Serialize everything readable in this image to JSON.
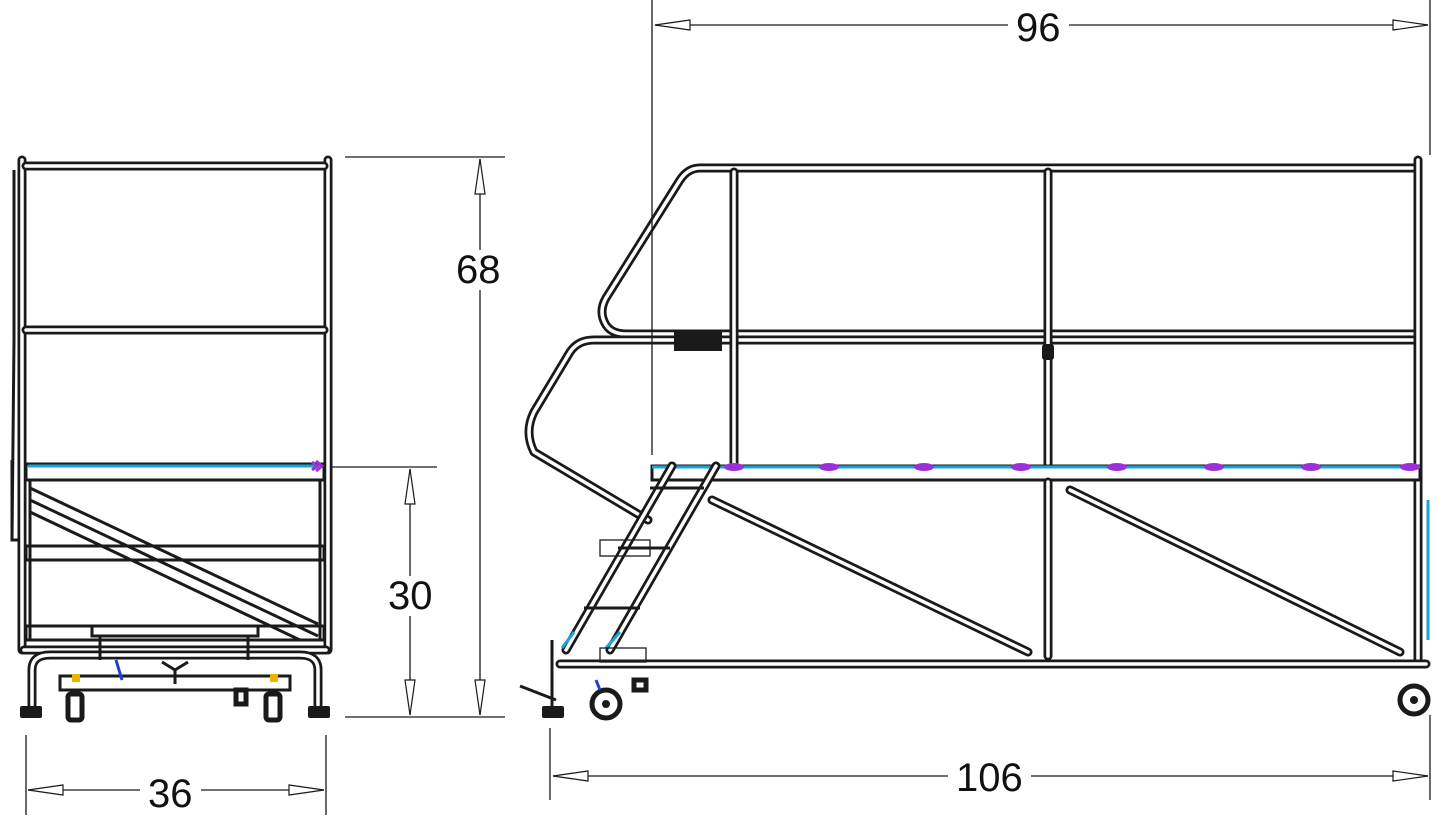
{
  "dimensions": {
    "front_width": "36",
    "total_height": "68",
    "platform_height": "30",
    "platform_length": "96",
    "overall_length": "106"
  },
  "colors": {
    "line": "#1a1a1a",
    "platform_edge": "#1aa3d6",
    "deck_clips": "#9b30d9",
    "caster_lock": "#e8b400",
    "brace_accent": "#1f3fd1"
  }
}
